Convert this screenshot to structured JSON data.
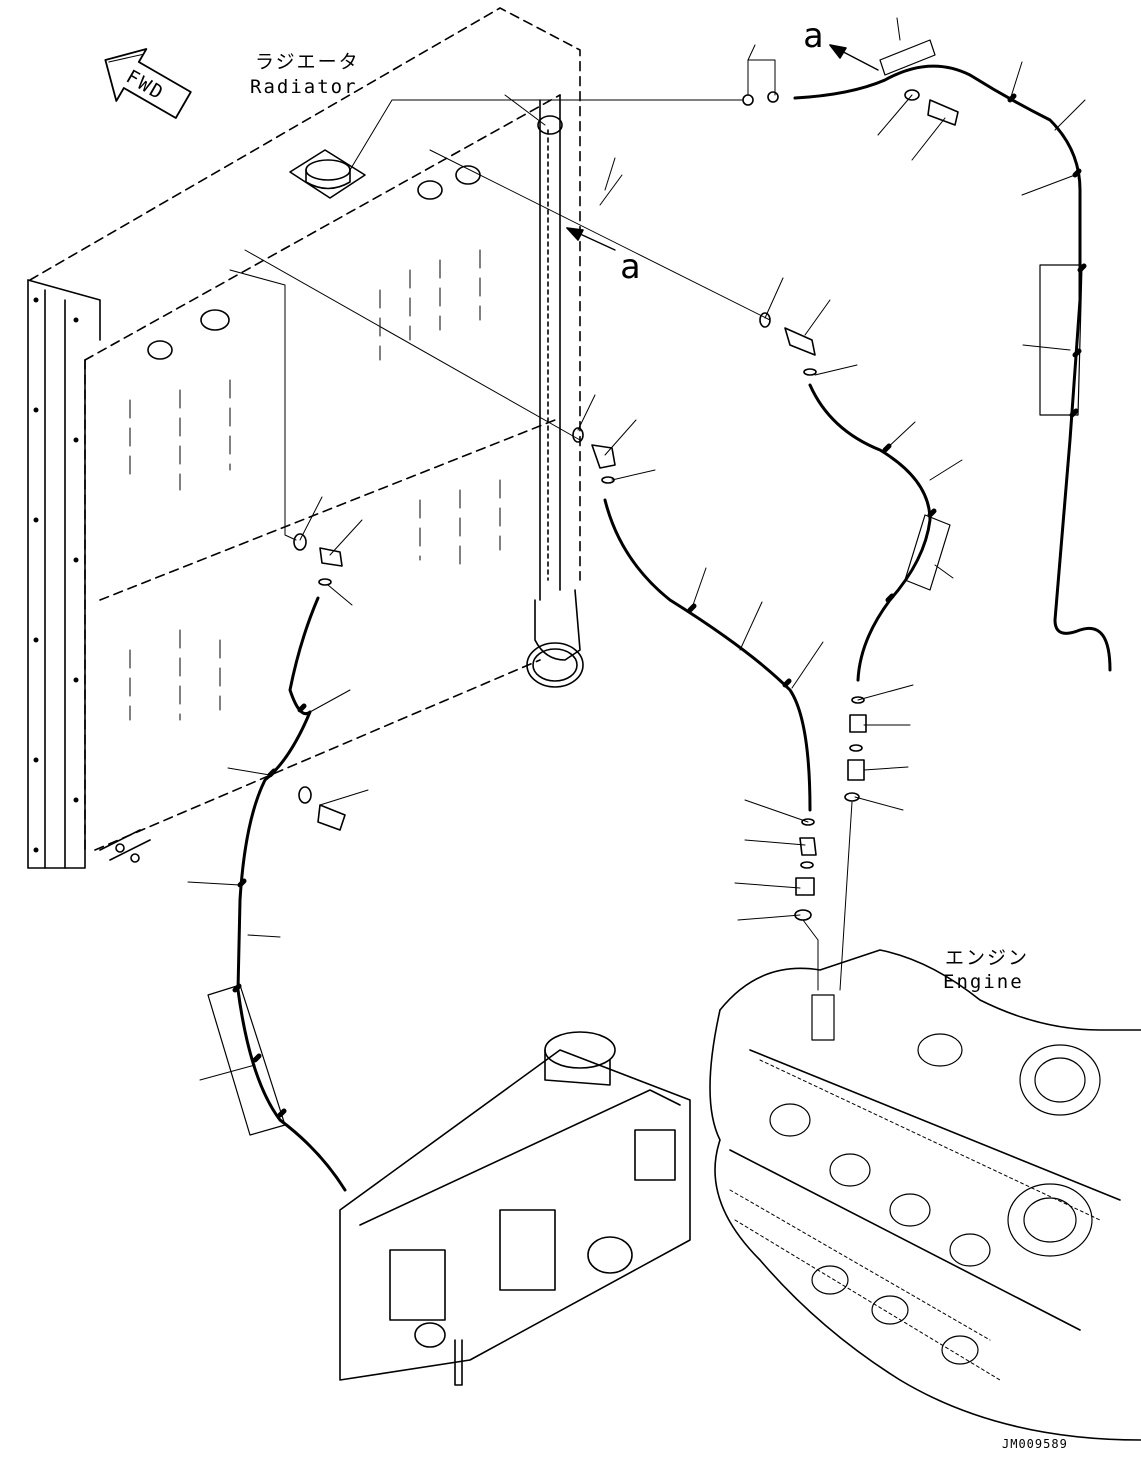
{
  "labels": {
    "radiator_jp": "ラジエータ",
    "radiator_en": "Radiator",
    "engine_jp": "エンジン",
    "engine_en": "Engine",
    "fwd": "FWD",
    "view_a_top": "a",
    "view_a_mid": "a",
    "drawing_code": "JM009589"
  },
  "colors": {
    "line": "#000000",
    "background": "#ffffff"
  }
}
